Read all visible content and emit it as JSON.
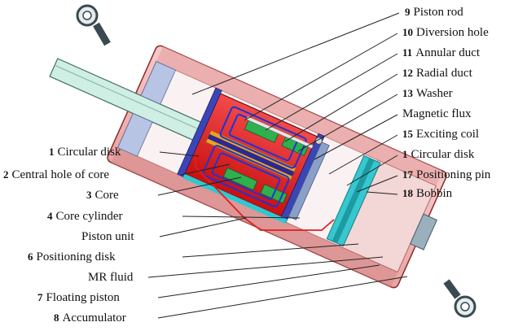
{
  "figure": {
    "colors": {
      "housing": "#f2b8b8",
      "housing_edge": "#a03030",
      "housing_dark": "#b86a6a",
      "rod": "#c8e8de",
      "core_red": "#e81a1a",
      "core_orange": "#f0a020",
      "coil_green": "#30b050",
      "flux_blue": "#1a35d8",
      "piston_cyan": "#30c8d0",
      "bracket_red": "#e02020",
      "leader": "#222222"
    },
    "right_labels": [
      {
        "num": "9",
        "text": "Piston rod"
      },
      {
        "num": "10",
        "text": "Diversion hole"
      },
      {
        "num": "11",
        "text": "Annular duct"
      },
      {
        "num": "12",
        "text": "Radial duct"
      },
      {
        "num": "13",
        "text": "Washer"
      },
      {
        "num": "",
        "text": "Magnetic flux"
      },
      {
        "num": "15",
        "text": "Exciting coil"
      },
      {
        "num": "1",
        "text": "Circular disk"
      },
      {
        "num": "17",
        "text": "Positioning pin"
      },
      {
        "num": "18",
        "text": "Bobbin"
      }
    ],
    "left_labels": [
      {
        "num": "1",
        "text": "Circular disk"
      },
      {
        "num": "2",
        "text": "Central hole of core"
      },
      {
        "num": "3",
        "text": "Core"
      },
      {
        "num": "4",
        "text": "Core cylinder"
      },
      {
        "num": "",
        "text": "Piston unit"
      },
      {
        "num": "6",
        "text": "Positioning disk"
      },
      {
        "num": "",
        "text": "MR fluid"
      },
      {
        "num": "7",
        "text": "Floating piston"
      },
      {
        "num": "8",
        "text": "Accumulator"
      }
    ]
  }
}
